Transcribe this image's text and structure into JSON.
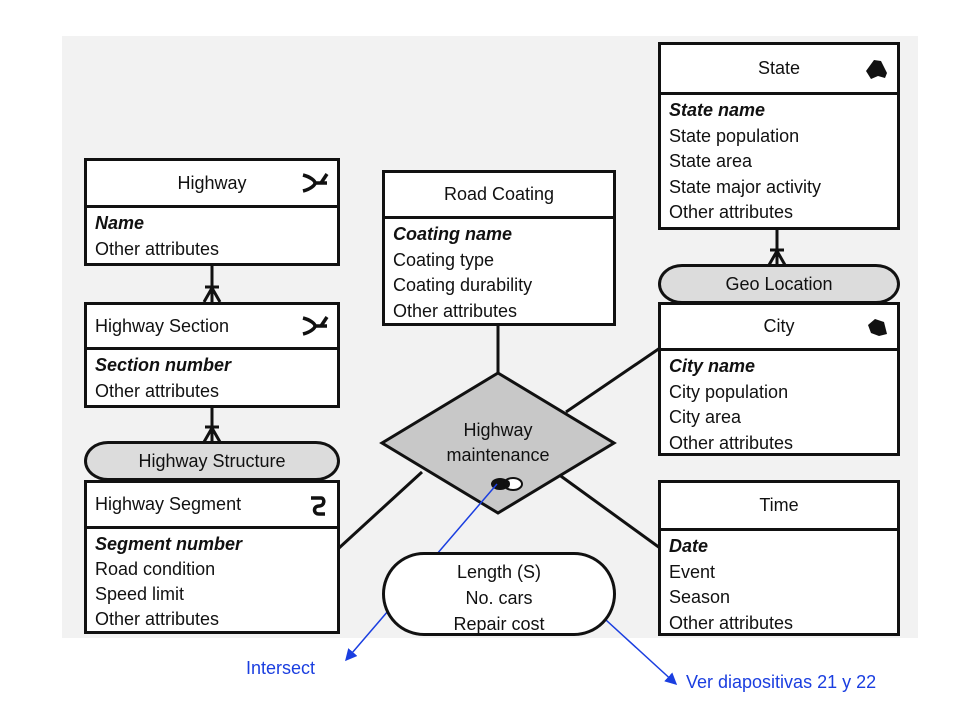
{
  "entities": {
    "highway": {
      "title": "Highway",
      "key": "Name",
      "attrs": [
        "Other attributes"
      ],
      "icon": "highway-fork-icon"
    },
    "highway_section": {
      "title": "Highway Section",
      "key": "Section number",
      "attrs": [
        "Other attributes"
      ],
      "icon": "highway-fork-icon"
    },
    "highway_segment": {
      "title": "Highway Segment",
      "key": "Segment number",
      "attrs": [
        "Road condition",
        "Speed limit",
        "Other attributes"
      ],
      "icon": "segment-curve-icon"
    },
    "road_coating": {
      "title": "Road Coating",
      "key": "Coating name",
      "attrs": [
        "Coating type",
        "Coating durability",
        "Other attributes"
      ]
    },
    "state": {
      "title": "State",
      "key": "State name",
      "attrs": [
        "State population",
        "State area",
        "State major activity",
        "Other attributes"
      ],
      "icon": "state-shape-icon"
    },
    "city": {
      "title": "City",
      "key": "City name",
      "attrs": [
        "City population",
        "City area",
        "Other attributes"
      ],
      "icon": "city-shape-icon"
    },
    "time": {
      "title": "Time",
      "key": "Date",
      "attrs": [
        "Event",
        "Season",
        "Other attributes"
      ]
    }
  },
  "relationships": {
    "highway_structure": "Highway Structure",
    "geo_location": "Geo Location",
    "maintenance": {
      "line1": "Highway",
      "line2": "maintenance",
      "icon": "intersect-icon"
    }
  },
  "measures": [
    "Length (S)",
    "No. cars",
    "Repair cost"
  ],
  "annotations": {
    "intersect": "Intersect",
    "slides": "Ver diapositivas 21 y 22"
  },
  "colors": {
    "background": "#f2f2f2",
    "entity_fill": "#ffffff",
    "relation_fill": "#c8c8c8",
    "pill_fill": "#dcdcdc",
    "annotation": "#1a3ee0",
    "stroke": "#111111"
  }
}
